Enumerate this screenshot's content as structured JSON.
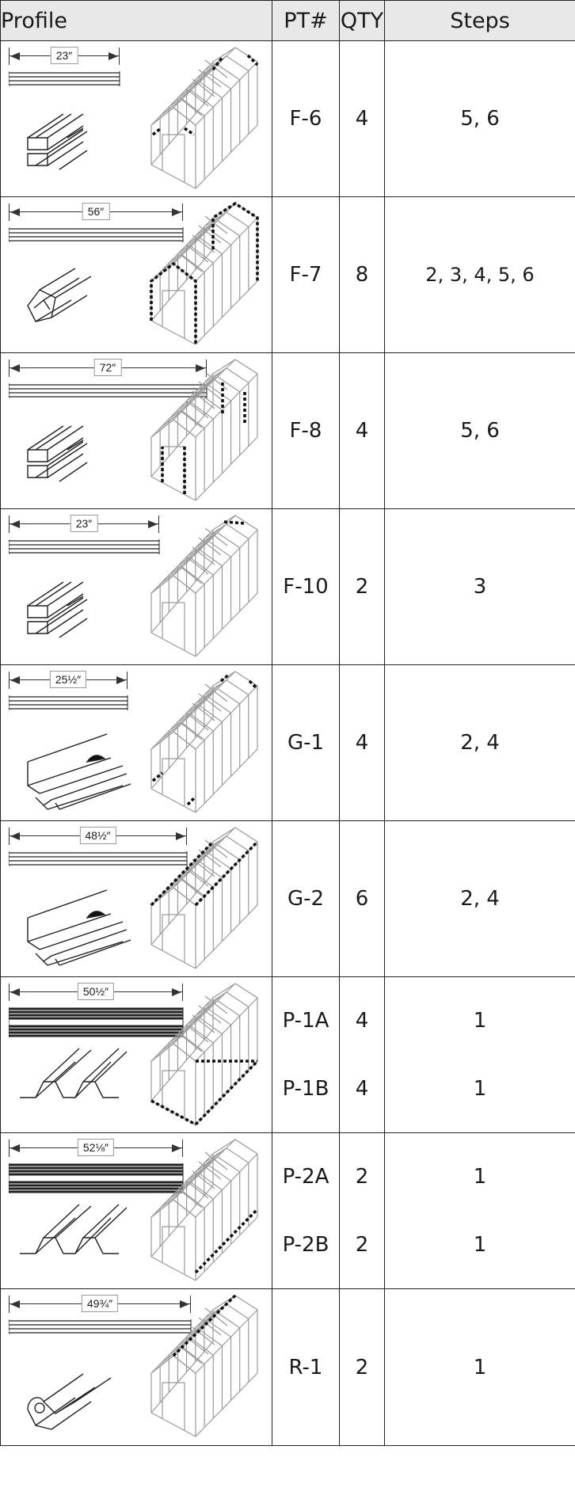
{
  "headers": {
    "profile": "Profile",
    "pt": "PT#",
    "qty": "QTY",
    "steps": "Steps"
  },
  "rows": [
    {
      "dim": "23″",
      "parts": [
        {
          "pt": "F-6",
          "qty": "4",
          "steps": "5, 6"
        }
      ],
      "profile_icon": "double-channel-profile-icon",
      "highlight": "front-and-back-top-connectors"
    },
    {
      "dim": "56″",
      "parts": [
        {
          "pt": "F-7",
          "qty": "8",
          "steps": "2, 3, 4, 5, 6"
        }
      ],
      "profile_icon": "angled-frame-profile-icon",
      "highlight": "end-wall-frames"
    },
    {
      "dim": "72″",
      "parts": [
        {
          "pt": "F-8",
          "qty": "4",
          "steps": "5, 6"
        }
      ],
      "profile_icon": "double-channel-profile-icon",
      "highlight": "door-posts"
    },
    {
      "dim": "23″",
      "parts": [
        {
          "pt": "F-10",
          "qty": "2",
          "steps": "3"
        }
      ],
      "profile_icon": "double-channel-profile-icon",
      "highlight": "back-top-connector"
    },
    {
      "dim": "25½″",
      "parts": [
        {
          "pt": "G-1",
          "qty": "4",
          "steps": "2, 4"
        }
      ],
      "profile_icon": "gutter-profile-icon",
      "highlight": "corner-pieces"
    },
    {
      "dim": "48½″",
      "parts": [
        {
          "pt": "G-2",
          "qty": "6",
          "steps": "2, 4"
        }
      ],
      "profile_icon": "gutter-profile-icon",
      "highlight": "side-eaves"
    },
    {
      "dim": "50½″",
      "parts": [
        {
          "pt": "P-1A",
          "qty": "4",
          "steps": "1"
        },
        {
          "pt": "P-1B",
          "qty": "4",
          "steps": "1"
        }
      ],
      "profile_icon": "zigzag-panel-profile-icon",
      "highlight": "base-frame"
    },
    {
      "dim": "52⅛″",
      "parts": [
        {
          "pt": "P-2A",
          "qty": "2",
          "steps": "1"
        },
        {
          "pt": "P-2B",
          "qty": "2",
          "steps": "1"
        }
      ],
      "profile_icon": "zigzag-panel-profile-icon",
      "highlight": "side-base"
    },
    {
      "dim": "49¾″",
      "parts": [
        {
          "pt": "R-1",
          "qty": "2",
          "steps": "1"
        }
      ],
      "profile_icon": "ridge-profile-icon",
      "highlight": "roof-ridge"
    }
  ]
}
